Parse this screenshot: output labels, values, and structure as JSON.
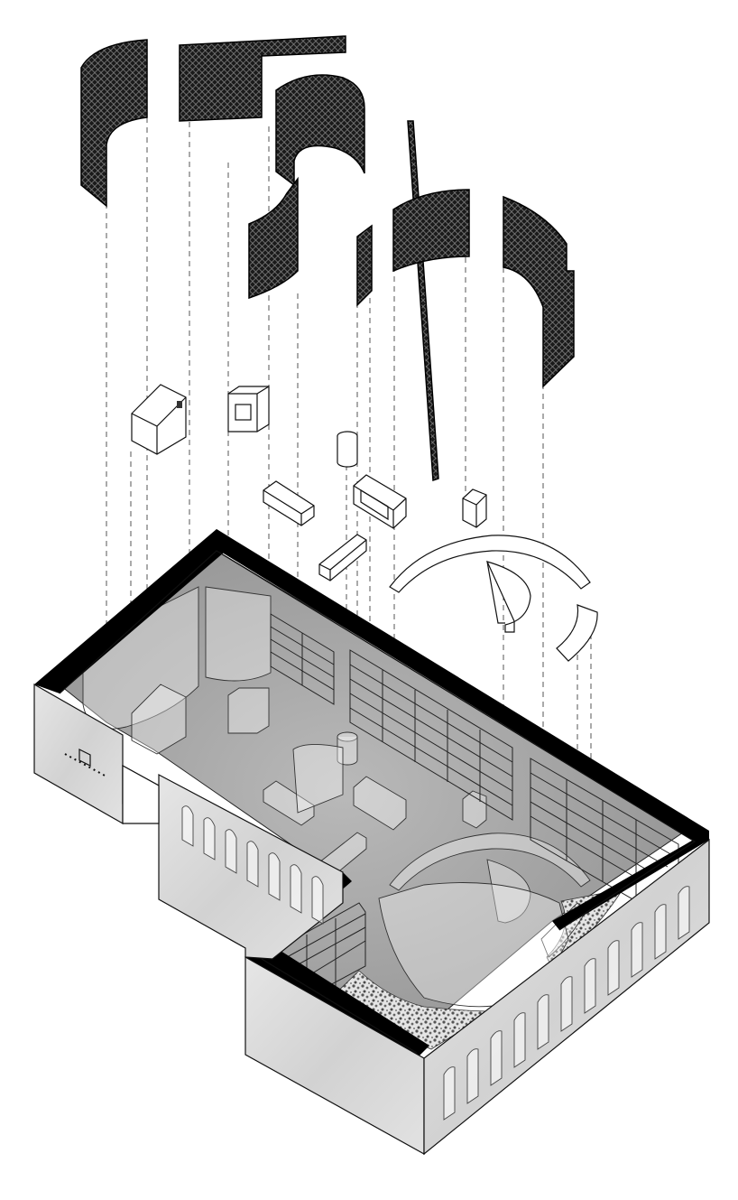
{
  "diagram": {
    "kind": "exploded axonometric interior drawing",
    "colors": {
      "background": "#ffffff",
      "line": "#111111",
      "screen_fill": "#1a1a1a",
      "wall_cut": "#000000",
      "concrete": "#d9d9d9",
      "floor": "#a9a9a9"
    },
    "layers": [
      "perforated-curved-screens",
      "furniture-blocks",
      "reception-desk-and-table",
      "floor-plan-base"
    ]
  }
}
